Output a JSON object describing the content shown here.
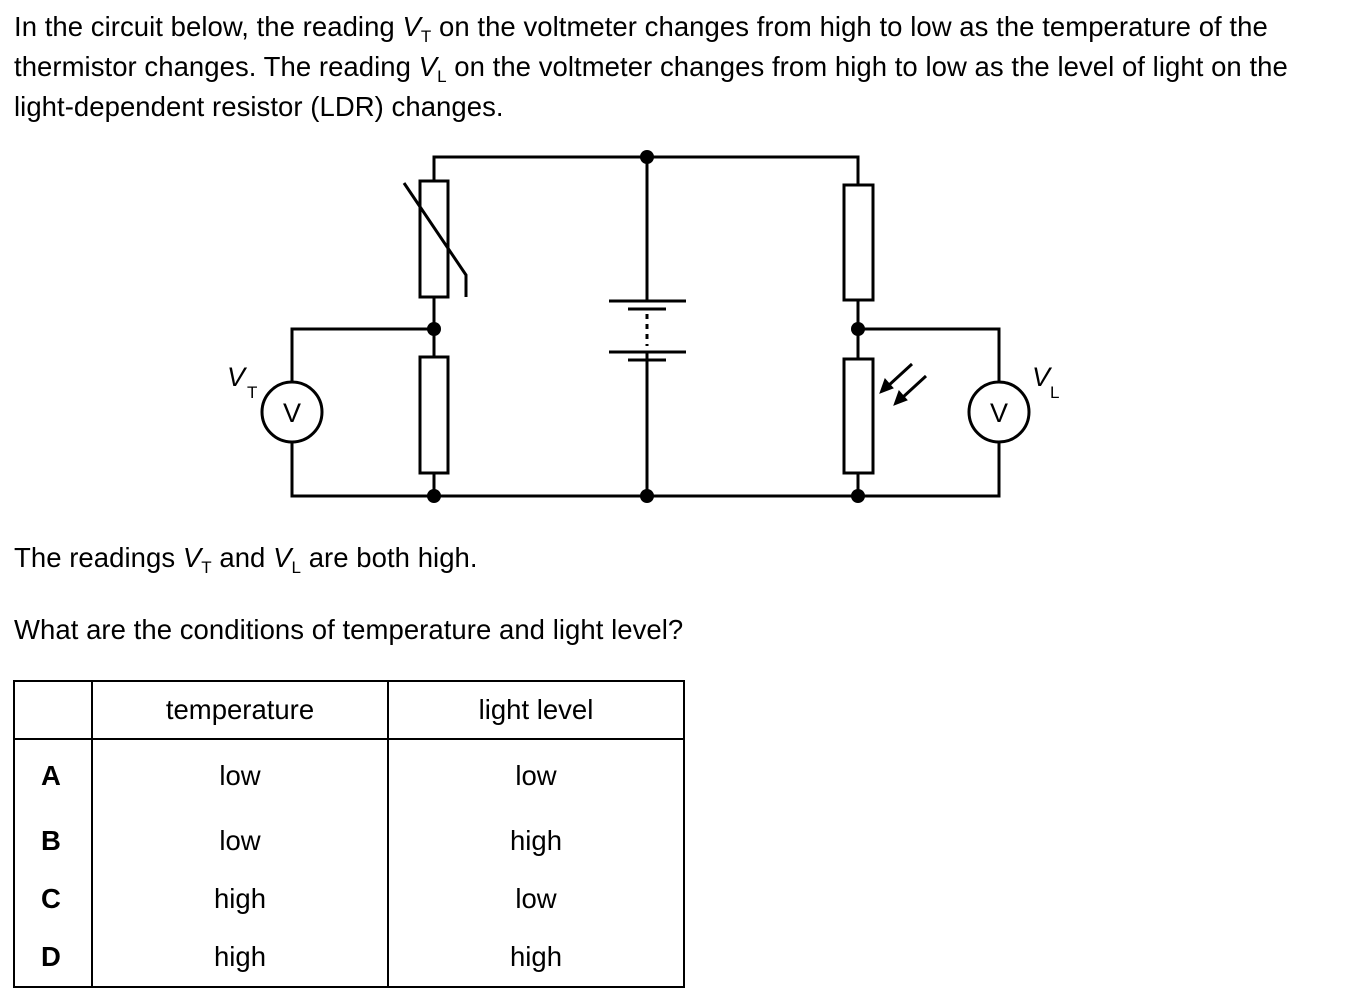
{
  "question": {
    "intro": {
      "part1": "In the circuit below, the reading ",
      "vt_symbol": "V",
      "vt_subscript": "T",
      "part2": " on the voltmeter changes from high to low as the temperature of the thermistor changes. The reading ",
      "vl_symbol": "V",
      "vl_subscript": "L",
      "part3": " on the voltmeter changes from high to low as the level of light on the light-dependent resistor (LDR) changes."
    },
    "statement": {
      "part1": "The readings ",
      "vt_symbol": "V",
      "vt_subscript": "T",
      "part2": " and ",
      "vl_symbol": "V",
      "vl_subscript": "L",
      "part3": " are both high."
    },
    "prompt": "What are the conditions of temperature and light level?"
  },
  "circuit": {
    "left_meter_label": "V",
    "left_meter_symbol": "V",
    "left_meter_subscript": "T",
    "right_meter_label": "V",
    "right_meter_symbol": "V",
    "right_meter_subscript": "L"
  },
  "options_table": {
    "headers": [
      "",
      "temperature",
      "light level"
    ],
    "rows": [
      {
        "letter": "A",
        "temperature": "low",
        "light": "low"
      },
      {
        "letter": "B",
        "temperature": "low",
        "light": "high"
      },
      {
        "letter": "C",
        "temperature": "high",
        "light": "low"
      },
      {
        "letter": "D",
        "temperature": "high",
        "light": "high"
      }
    ]
  }
}
